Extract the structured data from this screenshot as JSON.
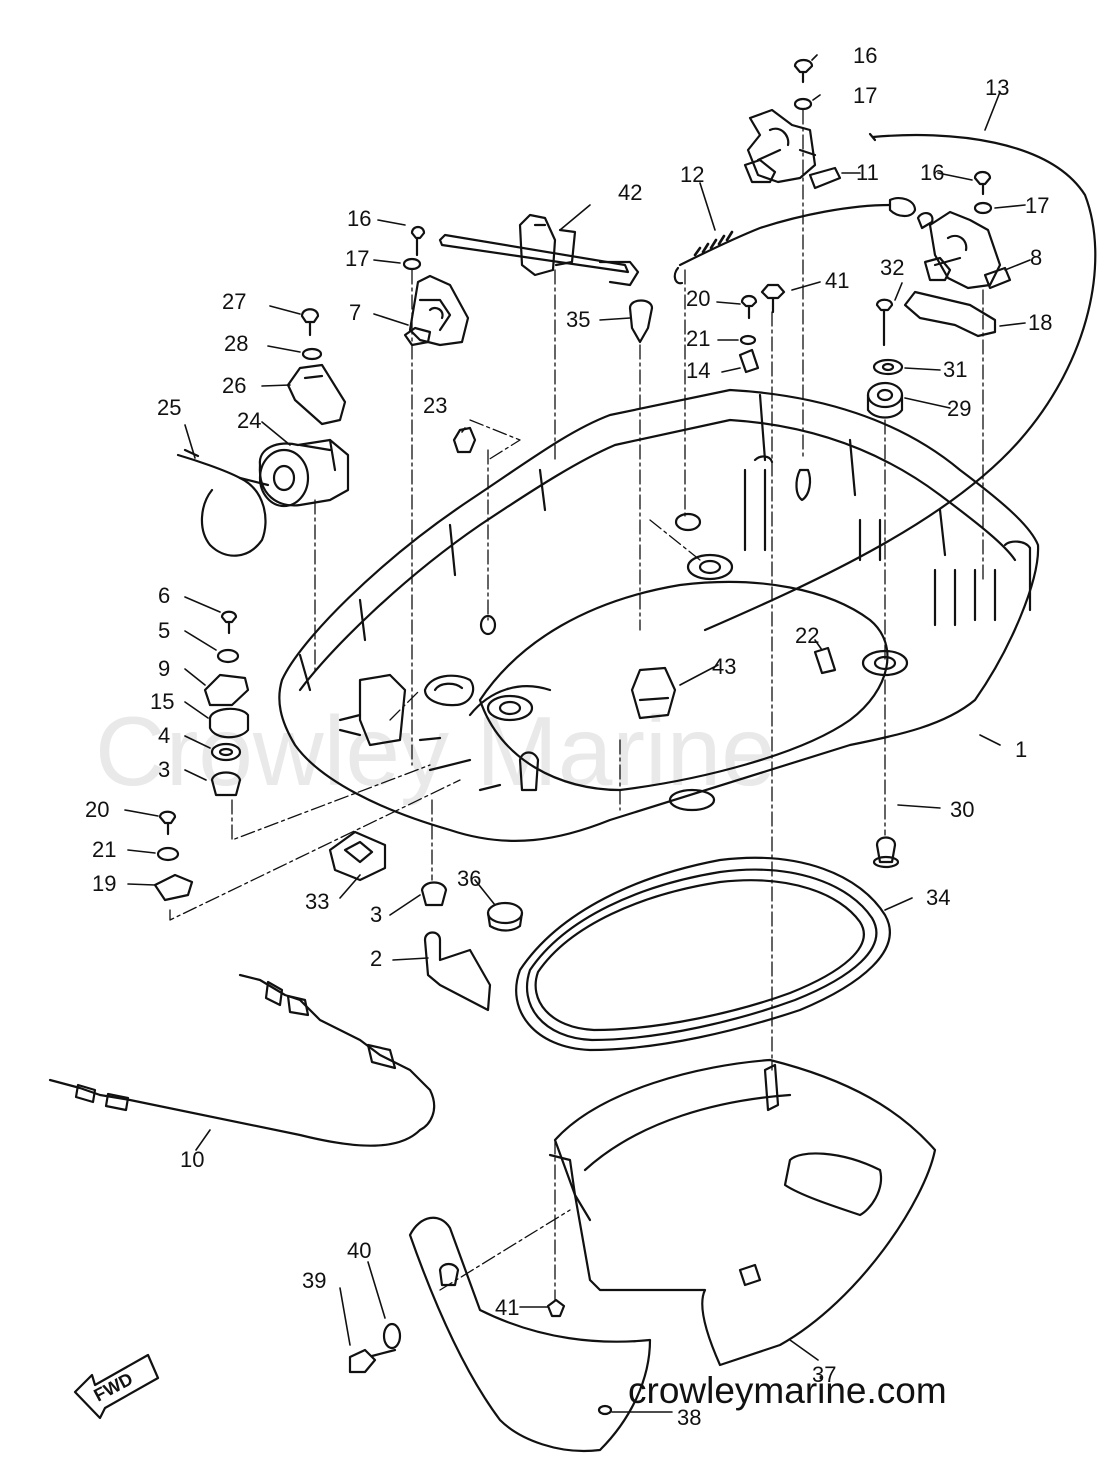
{
  "watermark": "Crowley Marine",
  "site_url": "crowleymarine.com",
  "direction_label": "FWD",
  "callouts": {
    "c1": "1",
    "c2": "2",
    "c3a": "3",
    "c3b": "3",
    "c4": "4",
    "c5": "5",
    "c6": "6",
    "c7": "7",
    "c8": "8",
    "c9": "9",
    "c10": "10",
    "c11": "11",
    "c12": "12",
    "c13": "13",
    "c14": "14",
    "c15": "15",
    "c16a": "16",
    "c16b": "16",
    "c16c": "16",
    "c17a": "17",
    "c17b": "17",
    "c17c": "17",
    "c18": "18",
    "c19": "19",
    "c20a": "20",
    "c20b": "20",
    "c21a": "21",
    "c21b": "21",
    "c22": "22",
    "c23": "23",
    "c24": "24",
    "c25": "25",
    "c26": "26",
    "c27": "27",
    "c28": "28",
    "c29": "29",
    "c30": "30",
    "c31": "31",
    "c32": "32",
    "c33": "33",
    "c34": "34",
    "c35": "35",
    "c36": "36",
    "c37": "37",
    "c38": "38",
    "c39": "39",
    "c40": "40",
    "c41a": "41",
    "c41b": "41",
    "c42": "42",
    "c43": "43"
  },
  "colors": {
    "ink": "#111111",
    "paper": "#ffffff",
    "watermark": "#e9e9e9"
  }
}
